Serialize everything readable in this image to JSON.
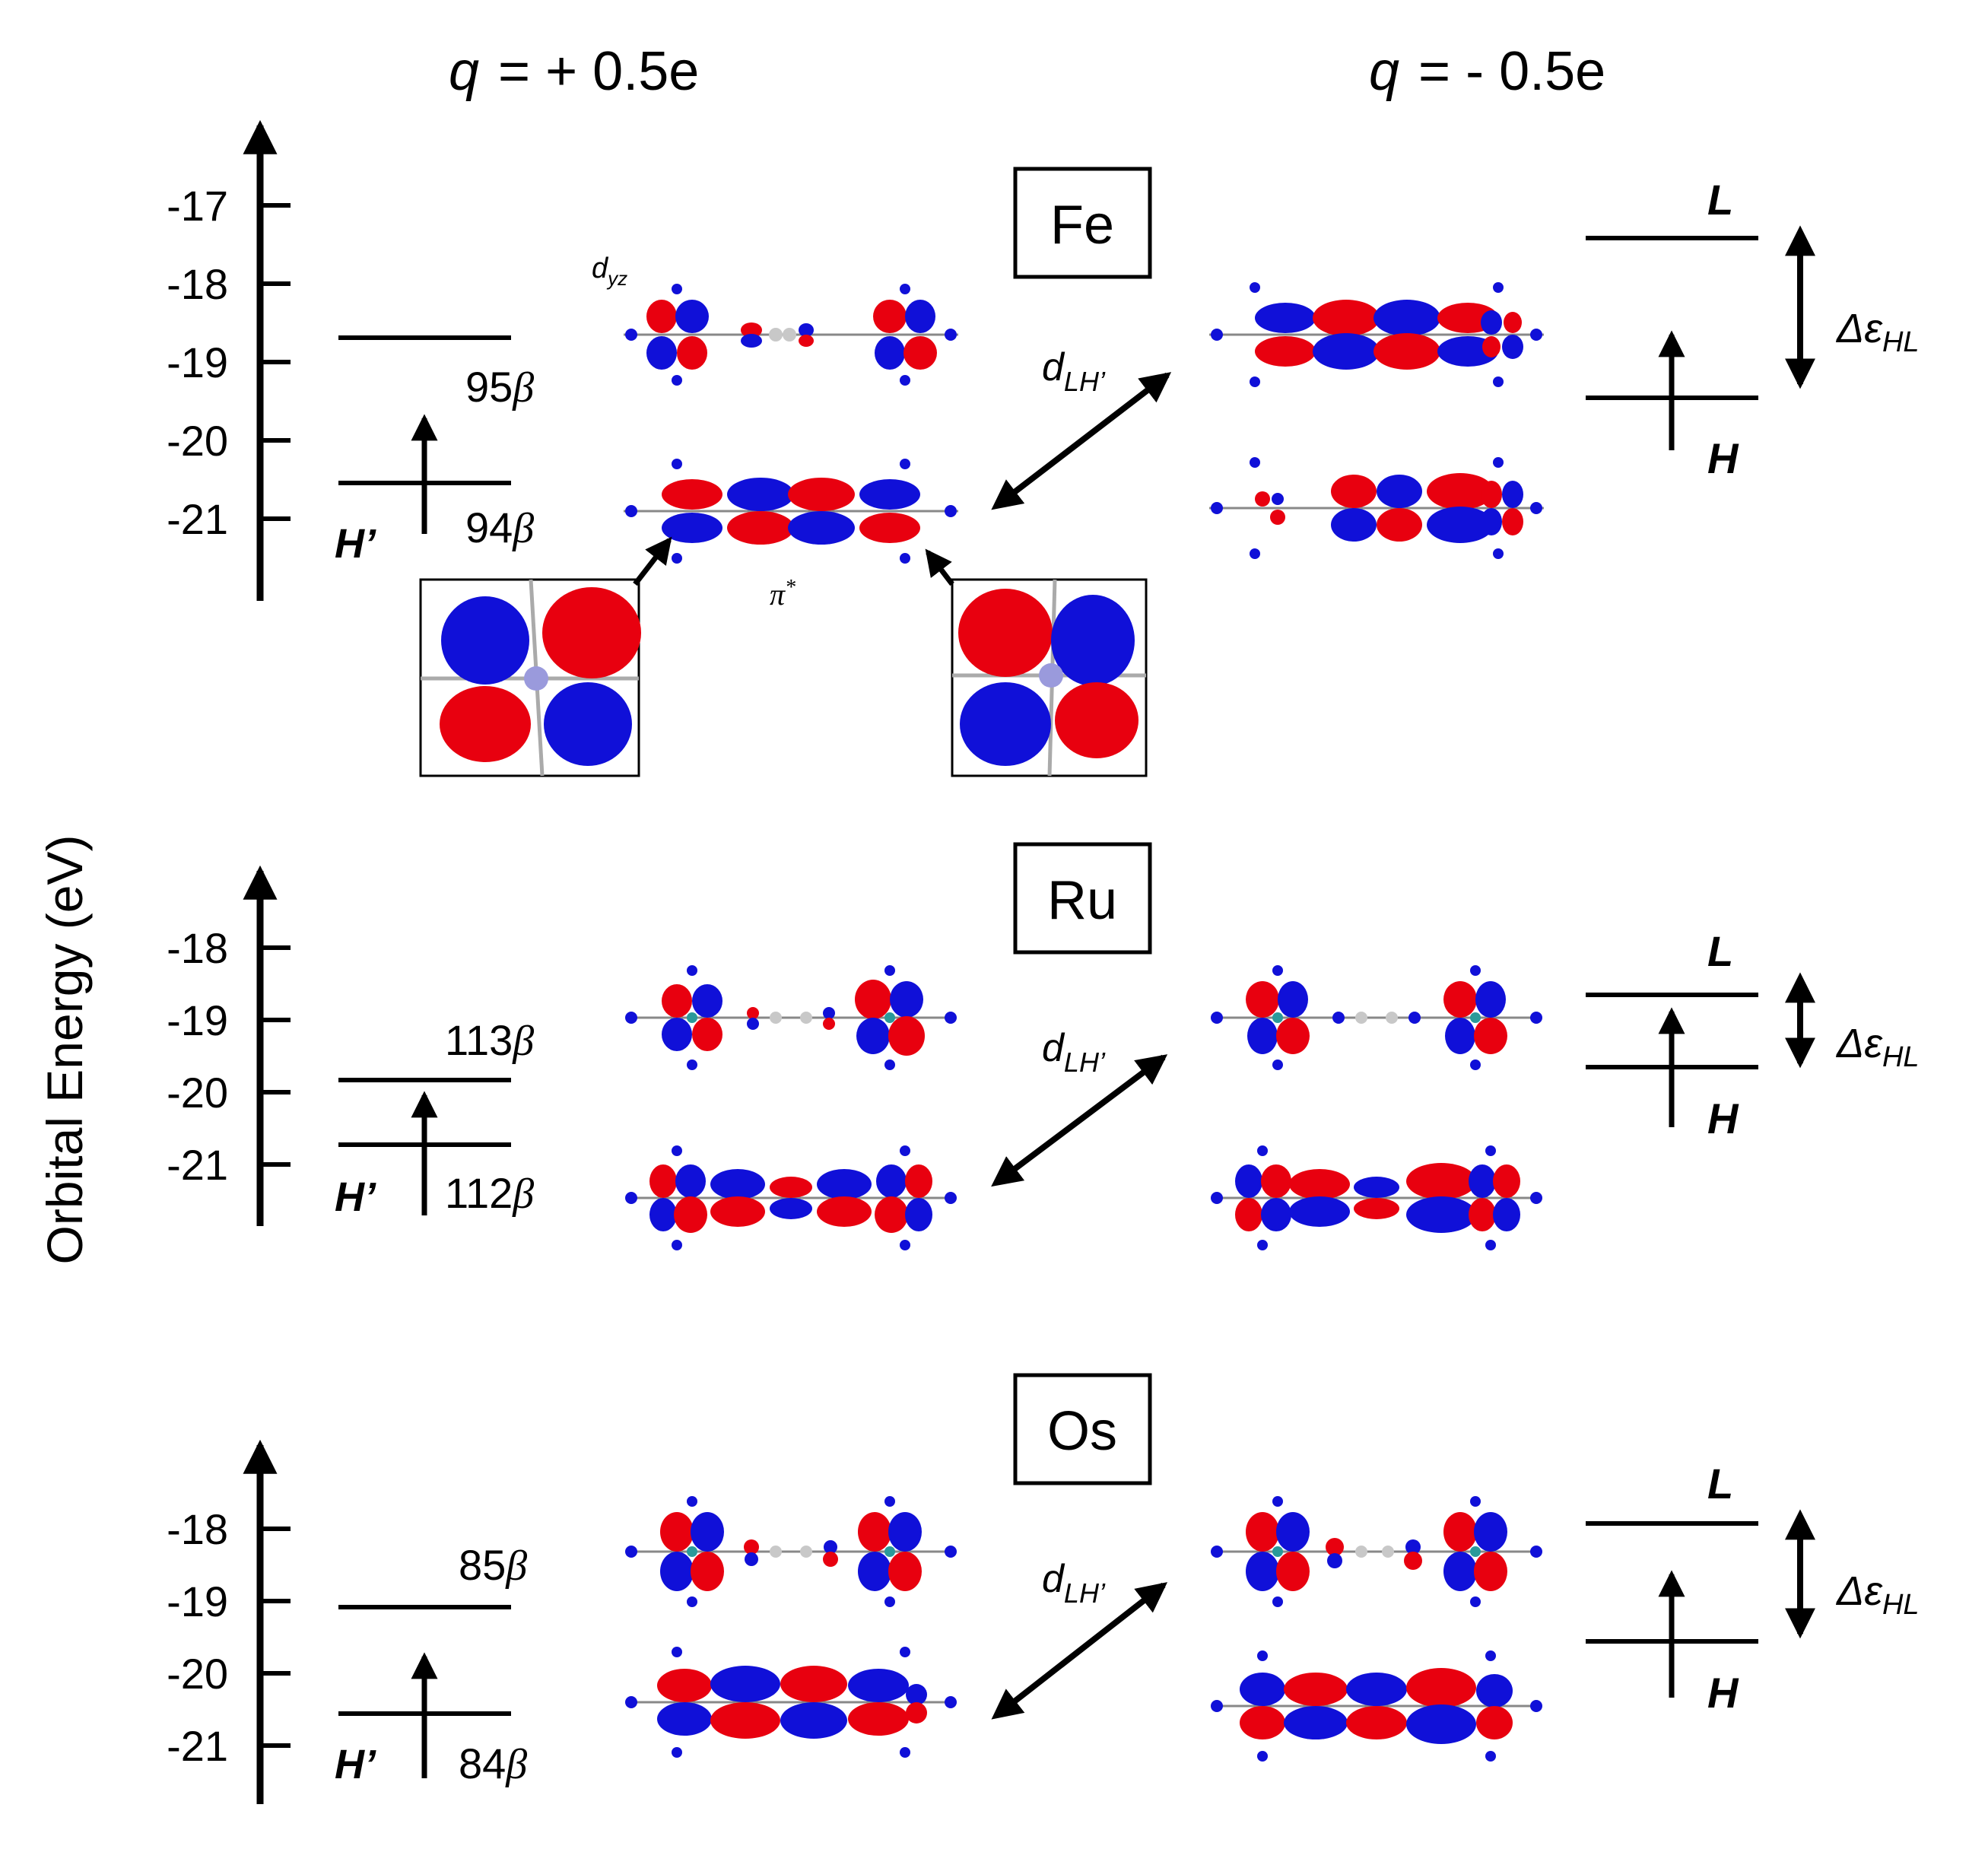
{
  "header": {
    "left": {
      "q": "q",
      "eq": "= + 0.5e"
    },
    "right": {
      "q": "q",
      "eq": "= - 0.5e"
    }
  },
  "y_axis_label": "Orbital Energy  (eV)",
  "beta_symbol": "β",
  "panels": [
    {
      "metal": "Fe",
      "ticks": [
        "-17",
        "-18",
        "-19",
        "-20",
        "-21"
      ],
      "upper_level_label": "95",
      "lower_level_label": "94",
      "h_prime": "H’",
      "d_label": {
        "main": "d",
        "sub": "yz"
      },
      "pi_label": {
        "main": "π",
        "sup": "*"
      },
      "d_lh": {
        "main": "d",
        "sub": "LH’"
      },
      "L": "L",
      "H": "H",
      "gap": {
        "delta": "Δε",
        "sub": "HL"
      },
      "colors": {
        "positive_lobe": "#e8000f",
        "negative_lobe": "#1010d8"
      }
    },
    {
      "metal": "Ru",
      "ticks": [
        "-18",
        "-19",
        "-20",
        "-21"
      ],
      "upper_level_label": "113",
      "lower_level_label": "112",
      "h_prime": "H’",
      "d_lh": {
        "main": "d",
        "sub": "LH’"
      },
      "L": "L",
      "H": "H",
      "gap": {
        "delta": "Δε",
        "sub": "HL"
      }
    },
    {
      "metal": "Os",
      "ticks": [
        "-18",
        "-19",
        "-20",
        "-21"
      ],
      "upper_level_label": "85",
      "lower_level_label": "84",
      "h_prime": "H’",
      "d_lh": {
        "main": "d",
        "sub": "LH’"
      },
      "L": "L",
      "H": "H",
      "gap": {
        "delta": "Δε",
        "sub": "HL"
      }
    }
  ]
}
